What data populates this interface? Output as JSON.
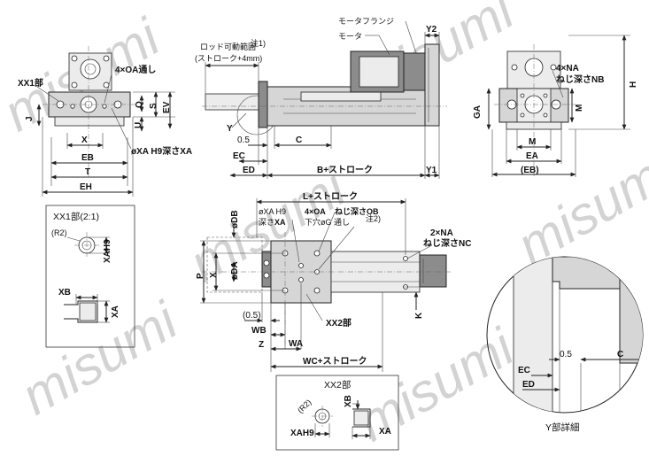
{
  "watermark": "misumi",
  "top_views": {
    "motor_flange": "モータフランジ",
    "motor": "モータ",
    "rod_range": "ロッド可動範囲",
    "rod_range_note": "注1)",
    "stroke_plus": "(ストローク+4mm)",
    "y_mark": "Y",
    "xx1_label": "XX1部",
    "oa_thru": "4×OA通し",
    "xa_hole": "øXA H9深さXA",
    "na_label": "4×NA",
    "nb_label": "ねじ深さNB",
    "dims": {
      "Y2": "Y2",
      "Y1": "Y1",
      "J": "J",
      "Q": "Q",
      "S": "S",
      "EV": "EV",
      "U": "U",
      "X": "X",
      "EB": "EB",
      "T": "T",
      "EH": "EH",
      "EC": "EC",
      "ED": "ED",
      "C": "C",
      "half": "0.5",
      "B_stroke": "B+ストローク",
      "H": "H",
      "GA": "GA",
      "M": "M",
      "EA": "EA",
      "EB_paren": "(EB)"
    }
  },
  "xx1_detail": {
    "title": "XX1部(2:1)",
    "r2": "(R2)",
    "xah9": "XAH9",
    "xb": "XB",
    "xa": "XA"
  },
  "bottom_view": {
    "l_stroke": "L+ストローク",
    "xa_h9": "øXA H9",
    "xa_depth_prefix": "深さ",
    "xa_depth": "XA",
    "oa_label": "4×OA",
    "ob_label": "ねじ深さOB",
    "g_label": "下穴øG 通し",
    "g_note": "注2)",
    "na2": "2×NA",
    "nc_label": "ねじ深さNC",
    "xx2_label": "XX2部",
    "dims": {
      "DB": "øDB",
      "DA": "øDA",
      "P": "P",
      "X": "X",
      "K": "K",
      "half_paren": "(0.5)",
      "WB": "WB",
      "Z": "Z",
      "WA": "WA",
      "WC_stroke": "WC+ストローク"
    }
  },
  "xx2_detail": {
    "title": "XX2部",
    "r2": "(R2)",
    "xb": "XB",
    "xah9": "XAH9",
    "xa": "XA"
  },
  "y_detail": {
    "title": "Y部詳細",
    "half": "0.5",
    "c": "C",
    "ec": "EC",
    "ed": "ED"
  }
}
